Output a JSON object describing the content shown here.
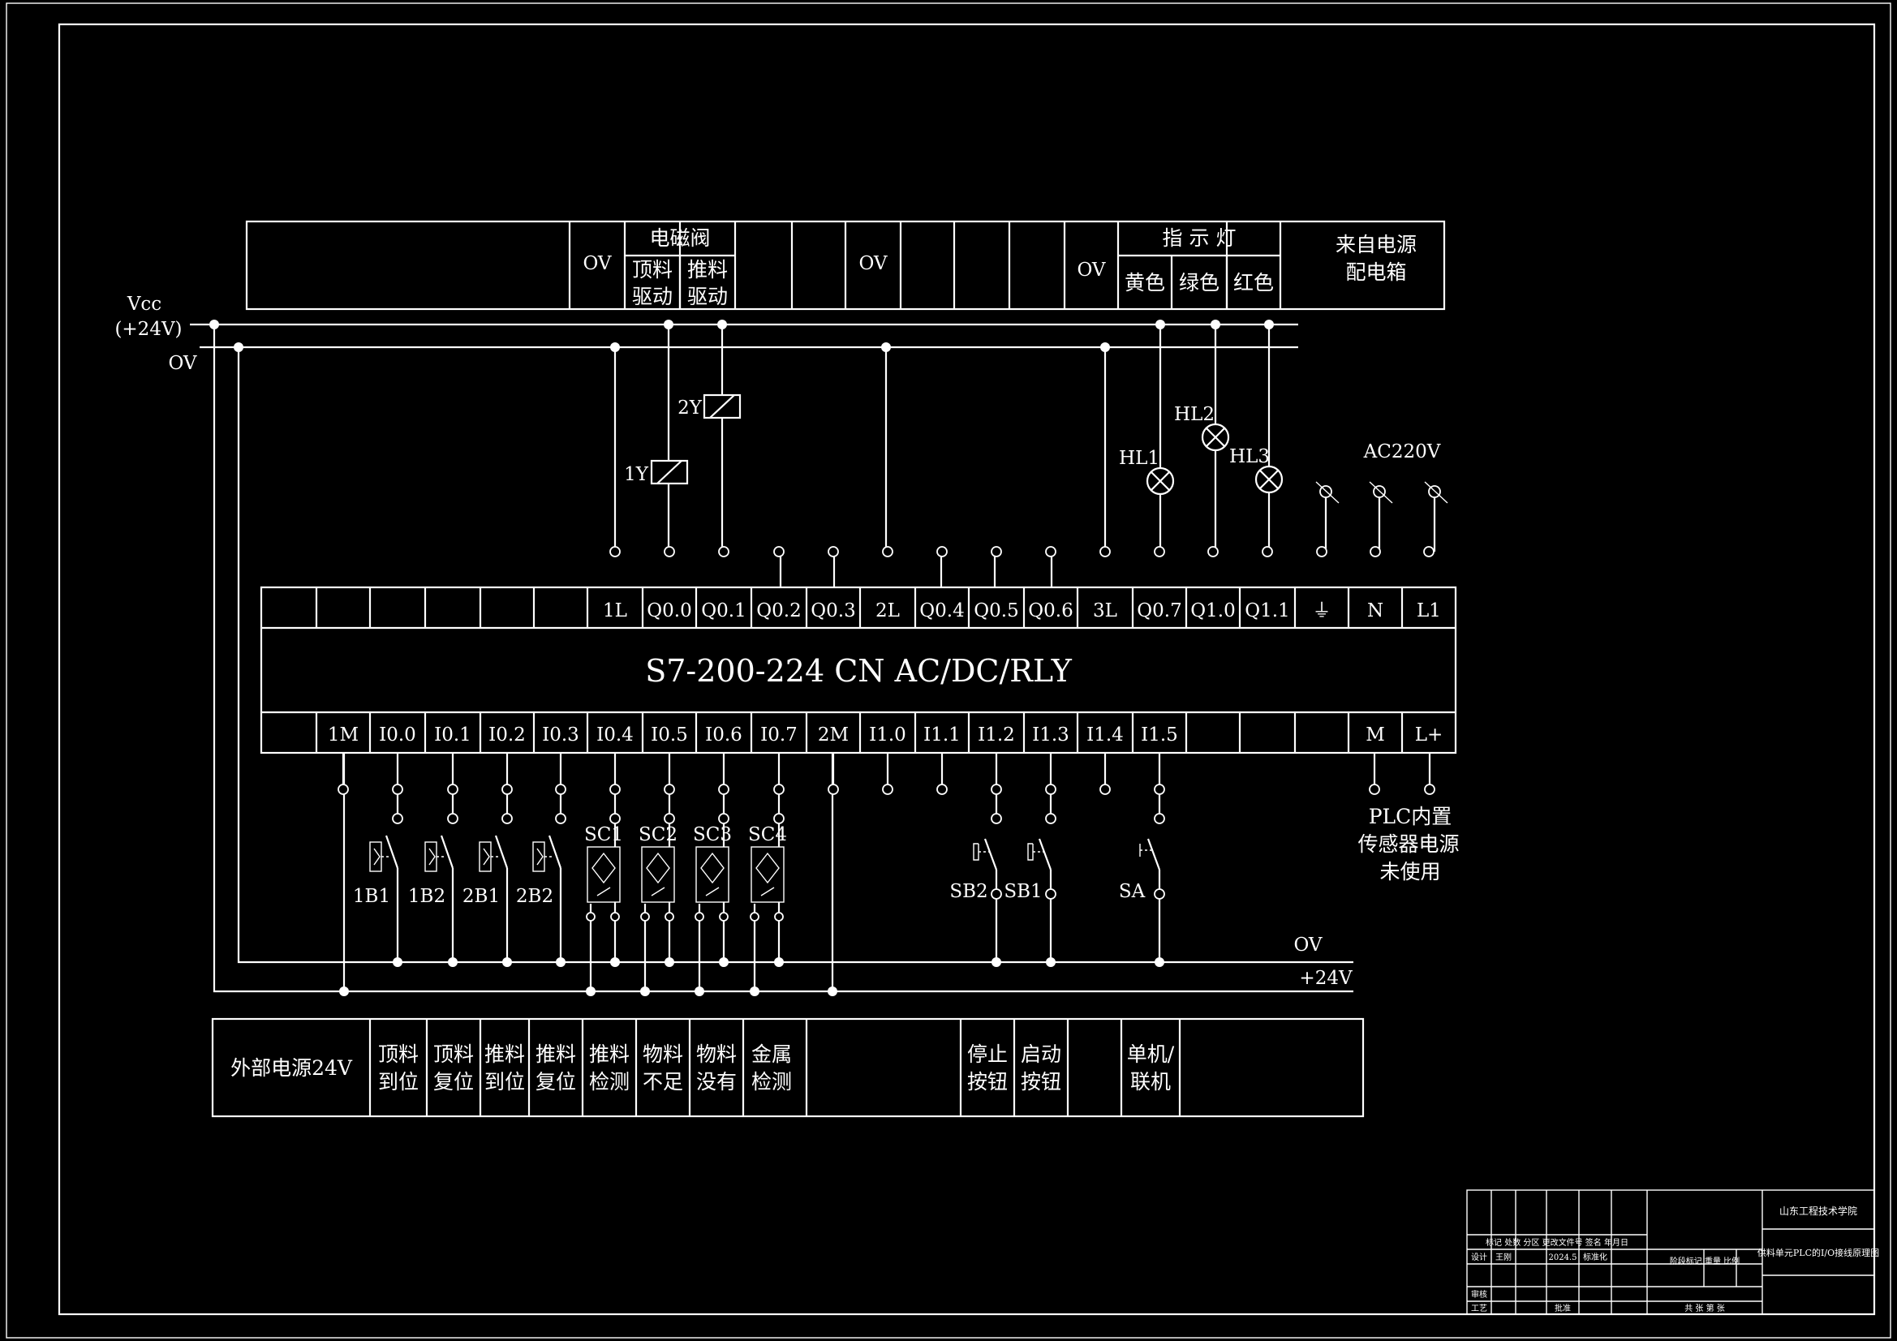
{
  "top_header": {
    "ov_labels": [
      "OV",
      "OV",
      "OV"
    ],
    "solenoid_group": "电磁阀",
    "solenoid_cols": [
      [
        "顶料",
        "驱动"
      ],
      [
        "推料",
        "驱动"
      ]
    ],
    "indicator_group": "指 示 灯",
    "indicator_cols": [
      "黄色",
      "绿色",
      "红色"
    ],
    "power_source": [
      "来自电源",
      "配电箱"
    ]
  },
  "rails": {
    "vcc": "Vcc",
    "vcc_value": "(+24V)",
    "ov": "OV",
    "bottom_ov": "OV",
    "bottom_24v": "+24V"
  },
  "plc": {
    "model": "S7-200-224 CN AC/DC/RLY",
    "output_terminals": [
      "",
      "",
      "",
      "",
      "",
      "",
      "1L",
      "Q0.0",
      "Q0.1",
      "Q0.2",
      "Q0.3",
      "2L",
      "Q0.4",
      "Q0.5",
      "Q0.6",
      "3L",
      "Q0.7",
      "Q1.0",
      "Q1.1",
      "⏚",
      "N",
      "L1"
    ],
    "input_terminals": [
      "",
      "1M",
      "I0.0",
      "I0.1",
      "I0.2",
      "I0.3",
      "I0.4",
      "I0.5",
      "I0.6",
      "I0.7",
      "2M",
      "I1.0",
      "I1.1",
      "I1.2",
      "I1.3",
      "I1.4",
      "I1.5",
      "",
      "",
      "",
      "M",
      "L+"
    ]
  },
  "outputs": {
    "coils": [
      "1Y",
      "2Y"
    ],
    "lamps": [
      "HL1",
      "HL2",
      "HL3"
    ],
    "ac_supply": "AC220V"
  },
  "inputs": {
    "limit_switches": [
      "1B1",
      "1B2",
      "2B1",
      "2B2"
    ],
    "sensors": [
      "SC1",
      "SC2",
      "SC3",
      "SC4"
    ],
    "buttons": [
      "SB2",
      "SB1"
    ],
    "selector": "SA",
    "plc_power_note": [
      "PLC内置",
      "传感器电源",
      "未使用"
    ]
  },
  "bottom_header": {
    "external_power": "外部电源24V",
    "cols": [
      [
        "顶料",
        "到位"
      ],
      [
        "顶料",
        "复位"
      ],
      [
        "推料",
        "到位"
      ],
      [
        "推料",
        "复位"
      ],
      [
        "推料",
        "检测"
      ],
      [
        "物料",
        "不足"
      ],
      [
        "物料",
        "没有"
      ],
      [
        "金属",
        "检测"
      ],
      [
        "停止",
        "按钮"
      ],
      [
        "启动",
        "按钮"
      ],
      [
        "单机/",
        "联机"
      ]
    ]
  },
  "title_block": {
    "school": "山东工程技术学院",
    "drawing_title": "供料单元PLC的I/O接线原理图",
    "row_labels": "标记 处数 分区 更改文件号 签名 年月日",
    "designer_label": "设计",
    "designer": "王刚",
    "date": "2024.5",
    "standard_label": "标准化",
    "stage_labels": "阶段标记 重量 比例",
    "review_label": "审核",
    "process_label": "工艺",
    "approve_label": "批准",
    "sheet_labels": "共 张 第 张"
  }
}
